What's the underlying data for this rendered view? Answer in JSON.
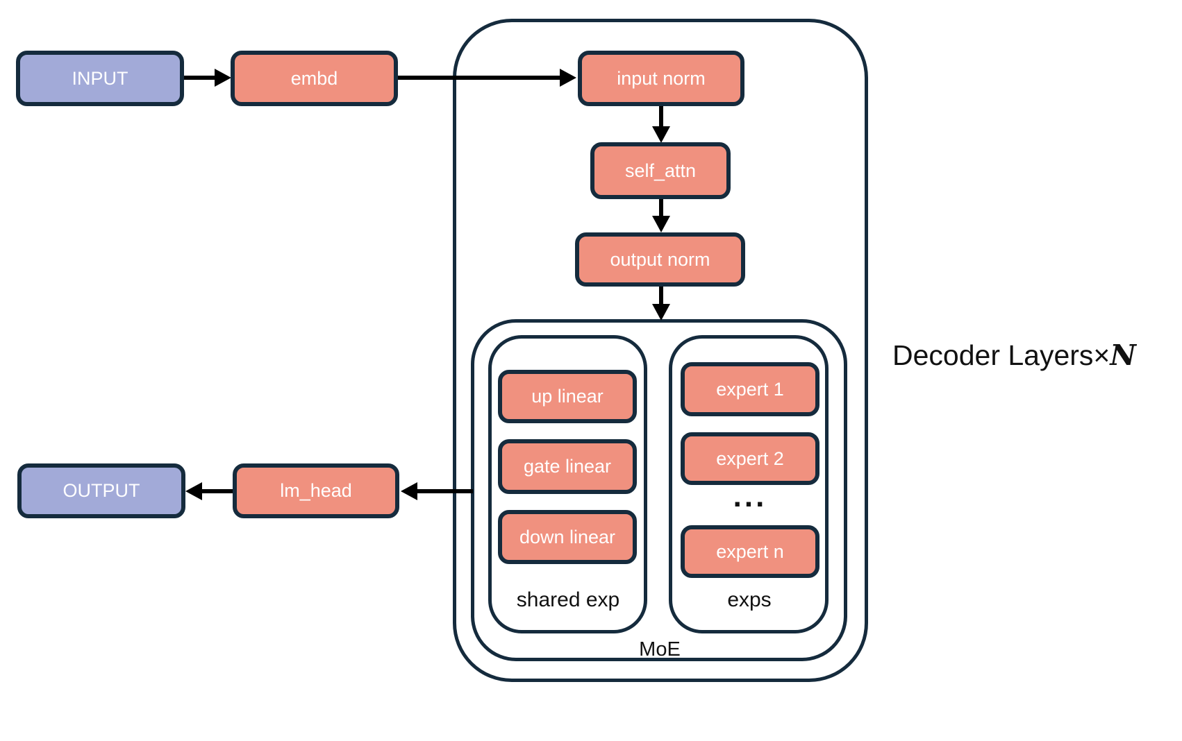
{
  "colors": {
    "lavender": "#a2aad8",
    "salmon": "#f0917f",
    "outline": "#152b3d",
    "arrow": "#000000",
    "label": "#111111",
    "background": "#ffffff"
  },
  "nodes": {
    "input": "INPUT",
    "embd": "embd",
    "input_norm": "input norm",
    "self_attn": "self_attn",
    "output_norm": "output norm",
    "up_linear": "up linear",
    "gate_linear": "gate linear",
    "down_linear": "down linear",
    "expert_1": "expert 1",
    "expert_2": "expert 2",
    "expert_ellipsis": "...",
    "expert_n": "expert n",
    "lm_head": "lm_head",
    "output": "OUTPUT"
  },
  "labels": {
    "decoder_prefix": "Decoder Layers×",
    "decoder_n": "N",
    "moe": "MoE",
    "shared_exp": "shared exp",
    "exps": "exps"
  }
}
